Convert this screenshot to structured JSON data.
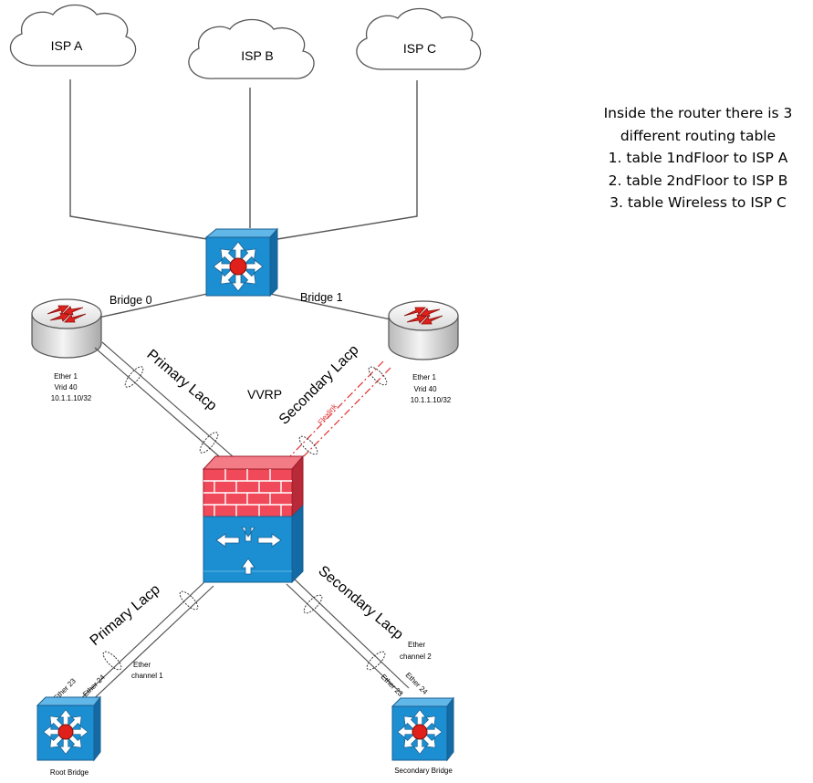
{
  "clouds": [
    {
      "label": "ISP A"
    },
    {
      "label": "ISP B"
    },
    {
      "label": "ISP C"
    }
  ],
  "links": {
    "bridge0": "Bridge 0",
    "bridge1": "Bridge 1",
    "vvrp": "VVRP",
    "primary_lacp_top": "Primary Lacp",
    "secondary_lacp_top": "Secondary Lacp",
    "flexlink": "Flexlink",
    "primary_lacp_bottom": "Primary Lacp",
    "secondary_lacp_bottom": "Secondary Lacp"
  },
  "routers": {
    "left": {
      "iface": "Ether 1",
      "vrid": "Vrid 40",
      "ip": "10.1.1.10/32"
    },
    "right": {
      "iface": "Ether 1",
      "vrid": "Vrid 40",
      "ip": "10.1.1.10/32"
    }
  },
  "ports": {
    "root_a": "Ether 23",
    "root_b": "Ether 24",
    "secondary_a": "Ether 23",
    "secondary_b": "Ether 24"
  },
  "etherchannels": {
    "ch1_line1": "Ether",
    "ch1_line2": "channel 1",
    "ch2_line1": "Ether",
    "ch2_line2": "channel 2"
  },
  "bridges": {
    "root": "Root Bridge",
    "secondary": "Secondary Bridge"
  },
  "note": {
    "lines": [
      "Inside the router there is 3",
      "different routing table",
      "1. table 1ndFloor to ISP A",
      "2. table 2ndFloor to ISP B",
      "3. table Wireless to ISP C"
    ]
  },
  "colors": {
    "switch_blue": "#1b8fd2",
    "router_red": "#e0201b",
    "firewall_red": "#f04a5a",
    "flexlink_red": "#e03030"
  }
}
